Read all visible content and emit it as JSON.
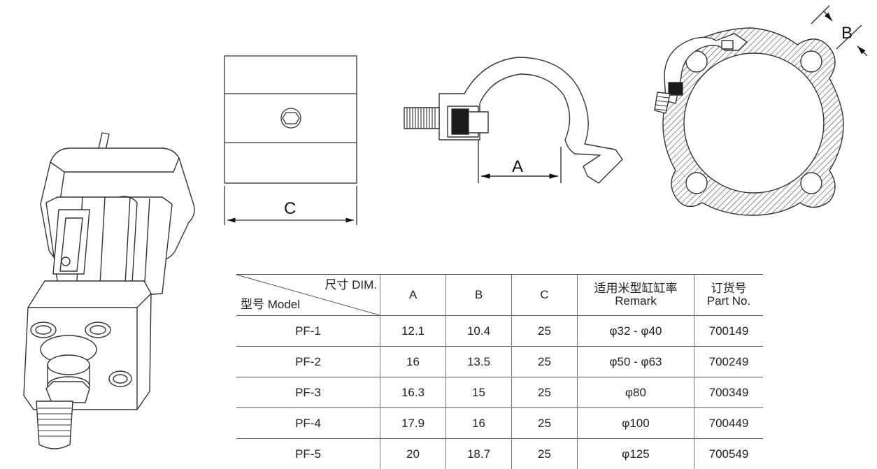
{
  "labels": {
    "dim_a": "A",
    "dim_b": "B",
    "dim_c": "C"
  },
  "table": {
    "header_dim": "尺寸 DIM.",
    "header_model": "型号 Model",
    "columns": [
      {
        "line1": "A",
        "line2": ""
      },
      {
        "line1": "B",
        "line2": ""
      },
      {
        "line1": "C",
        "line2": ""
      },
      {
        "line1": "适用米型缸缸率",
        "line2": "Remark"
      },
      {
        "line1": "订货号",
        "line2": "Part No."
      }
    ],
    "rows": [
      {
        "model": "PF-1",
        "a": "12.1",
        "b": "10.4",
        "c": "25",
        "remark": "φ32 - φ40",
        "part": "700149"
      },
      {
        "model": "PF-2",
        "a": "16",
        "b": "13.5",
        "c": "25",
        "remark": "φ50 - φ63",
        "part": "700249"
      },
      {
        "model": "PF-3",
        "a": "16.3",
        "b": "15",
        "c": "25",
        "remark": "φ80",
        "part": "700349"
      },
      {
        "model": "PF-4",
        "a": "17.9",
        "b": "16",
        "c": "25",
        "remark": "φ100",
        "part": "700449"
      },
      {
        "model": "PF-5",
        "a": "20",
        "b": "18.7",
        "c": "25",
        "remark": "φ125",
        "part": "700549"
      }
    ]
  }
}
